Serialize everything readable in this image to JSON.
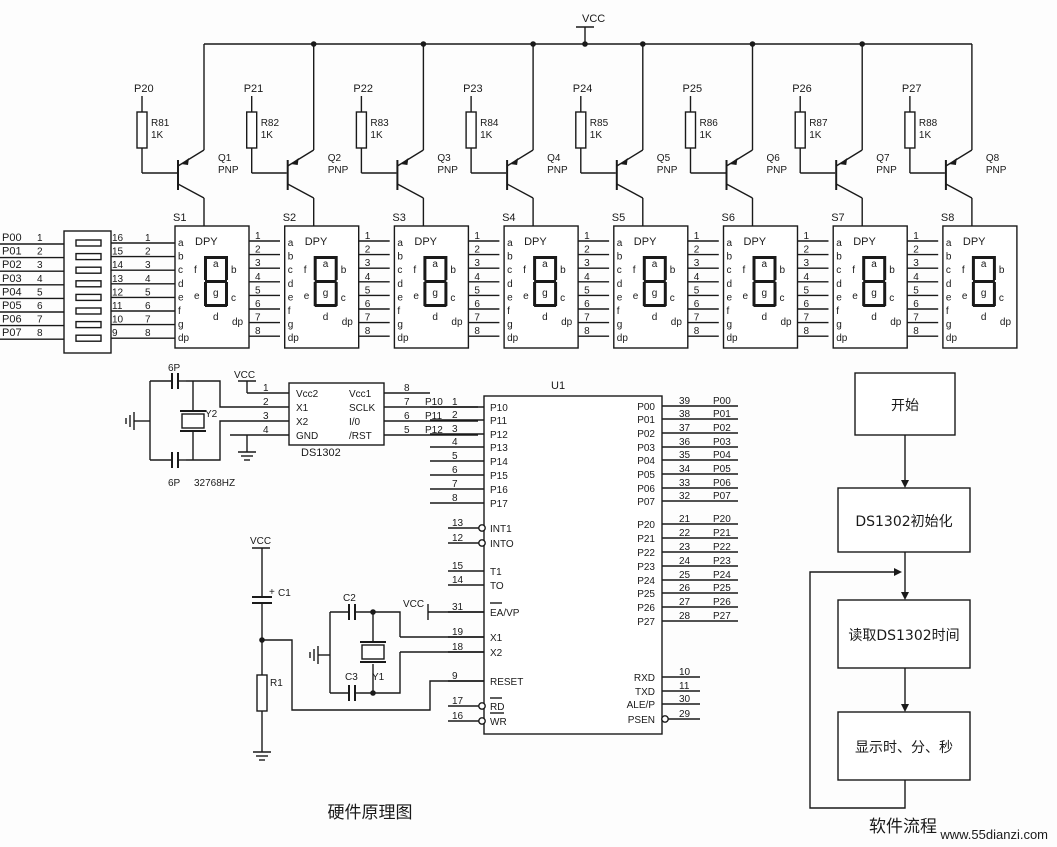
{
  "power": {
    "vcc_top": "VCC",
    "vcc_rtc": "VCC",
    "vcc_reset": "VCC",
    "vcc_ea": "VCC"
  },
  "port_pins": [
    "P20",
    "P21",
    "P22",
    "P23",
    "P24",
    "P25",
    "P26",
    "P27"
  ],
  "resistors": [
    {
      "name": "R81",
      "value": "1K"
    },
    {
      "name": "R82",
      "value": "1K"
    },
    {
      "name": "R83",
      "value": "1K"
    },
    {
      "name": "R84",
      "value": "1K"
    },
    {
      "name": "R85",
      "value": "1K"
    },
    {
      "name": "R86",
      "value": "1K"
    },
    {
      "name": "R87",
      "value": "1K"
    },
    {
      "name": "R88",
      "value": "1K"
    }
  ],
  "transistors": [
    {
      "name": "Q1",
      "type": "PNP"
    },
    {
      "name": "Q2",
      "type": "PNP"
    },
    {
      "name": "Q3",
      "type": "PNP"
    },
    {
      "name": "Q4",
      "type": "PNP"
    },
    {
      "name": "Q5",
      "type": "PNP"
    },
    {
      "name": "Q6",
      "type": "PNP"
    },
    {
      "name": "Q7",
      "type": "PNP"
    },
    {
      "name": "Q8",
      "type": "PNP"
    }
  ],
  "displays": [
    "S1",
    "S2",
    "S3",
    "S4",
    "S5",
    "S6",
    "S7",
    "S8"
  ],
  "display_label": "DPY",
  "segment_pins": [
    "a",
    "b",
    "c",
    "d",
    "e",
    "f",
    "g",
    "dp"
  ],
  "segment_letters": [
    "a",
    "b",
    "c",
    "d",
    "e",
    "f",
    "g",
    "dp"
  ],
  "digit_numbers": [
    "1",
    "2",
    "3",
    "4",
    "5",
    "6",
    "7",
    "8"
  ],
  "p0_bus": [
    "P00",
    "P01",
    "P02",
    "P03",
    "P04",
    "P05",
    "P06",
    "P07"
  ],
  "res_pack_left": [
    "1",
    "2",
    "3",
    "4",
    "5",
    "6",
    "7",
    "8"
  ],
  "res_pack_right": [
    "16",
    "15",
    "14",
    "13",
    "12",
    "11",
    "10",
    "9"
  ],
  "rtc": {
    "name": "DS1302",
    "left_pins": [
      {
        "num": "1",
        "label": "Vcc2"
      },
      {
        "num": "2",
        "label": "X1"
      },
      {
        "num": "3",
        "label": "X2"
      },
      {
        "num": "4",
        "label": "GND"
      }
    ],
    "right_pins": [
      {
        "num": "8",
        "label": "Vcc1"
      },
      {
        "num": "7",
        "label": "SCLK"
      },
      {
        "num": "6",
        "label": "I/0"
      },
      {
        "num": "5",
        "label": "/RST"
      }
    ],
    "right_nets": [
      "P10",
      "P11",
      "P12"
    ],
    "cap_top": "6P",
    "cap_bottom": "6P",
    "crystal": "Y2",
    "crystal_freq": "32768HZ"
  },
  "mcu": {
    "name": "U1",
    "left_pins": [
      {
        "num": "1",
        "label": "P10"
      },
      {
        "num": "2",
        "label": "P11"
      },
      {
        "num": "3",
        "label": "P12"
      },
      {
        "num": "4",
        "label": "P13"
      },
      {
        "num": "5",
        "label": "P14"
      },
      {
        "num": "6",
        "label": "P15"
      },
      {
        "num": "7",
        "label": "P16"
      },
      {
        "num": "8",
        "label": "P17"
      },
      {
        "num": "13",
        "label": "INT1"
      },
      {
        "num": "12",
        "label": "INTO"
      },
      {
        "num": "15",
        "label": "T1"
      },
      {
        "num": "14",
        "label": "TO"
      },
      {
        "num": "31",
        "label": "EA/VP"
      },
      {
        "num": "19",
        "label": "X1"
      },
      {
        "num": "18",
        "label": "X2"
      },
      {
        "num": "9",
        "label": "RESET"
      },
      {
        "num": "17",
        "label": "RD"
      },
      {
        "num": "16",
        "label": "WR"
      }
    ],
    "right_pins": [
      {
        "num": "39",
        "label": "P00",
        "net": "P00"
      },
      {
        "num": "38",
        "label": "P01",
        "net": "P01"
      },
      {
        "num": "37",
        "label": "P02",
        "net": "P02"
      },
      {
        "num": "36",
        "label": "P03",
        "net": "P03"
      },
      {
        "num": "35",
        "label": "P04",
        "net": "P04"
      },
      {
        "num": "34",
        "label": "P05",
        "net": "P05"
      },
      {
        "num": "33",
        "label": "P06",
        "net": "P06"
      },
      {
        "num": "32",
        "label": "P07",
        "net": "P07"
      },
      {
        "num": "21",
        "label": "P20",
        "net": "P20"
      },
      {
        "num": "22",
        "label": "P21",
        "net": "P21"
      },
      {
        "num": "23",
        "label": "P22",
        "net": "P22"
      },
      {
        "num": "24",
        "label": "P23",
        "net": "P23"
      },
      {
        "num": "25",
        "label": "P24",
        "net": "P24"
      },
      {
        "num": "26",
        "label": "P25",
        "net": "P25"
      },
      {
        "num": "27",
        "label": "P26",
        "net": "P26"
      },
      {
        "num": "28",
        "label": "P27",
        "net": "P27"
      },
      {
        "num": "10",
        "label": "RXD",
        "net": ""
      },
      {
        "num": "11",
        "label": "TXD",
        "net": ""
      },
      {
        "num": "30",
        "label": "ALE/P",
        "net": ""
      },
      {
        "num": "29",
        "label": "PSEN",
        "net": ""
      }
    ]
  },
  "osc": {
    "c2": "C2",
    "c3": "C3",
    "crystal": "Y1"
  },
  "reset_circuit": {
    "cap": "C1",
    "plus": "+",
    "resistor": "R1"
  },
  "flowchart": [
    "开始",
    "DS1302初始化",
    "读取DS1302时间",
    "显示时、分、秒"
  ],
  "captions": {
    "hardware": "硬件原理图",
    "software": "软件流程"
  },
  "watermark": "www.55dianzi.com"
}
